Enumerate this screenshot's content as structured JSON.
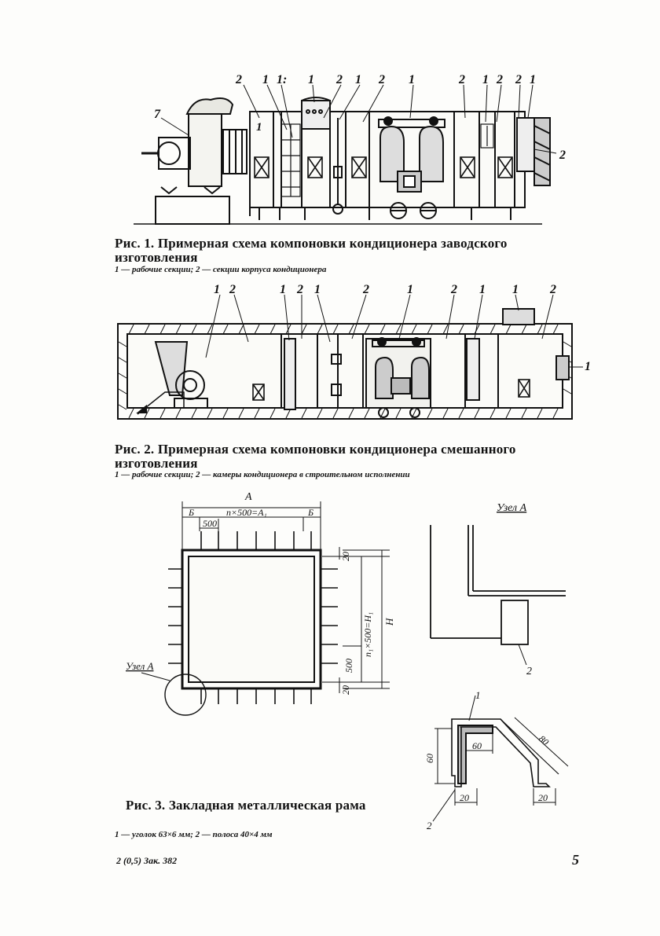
{
  "figure1": {
    "labels_top": [
      "2",
      "1",
      "1:",
      "1",
      "2",
      "1",
      "2",
      "1",
      "2",
      "1",
      "2",
      "2",
      "1"
    ],
    "label_left": "7",
    "label_inner": "1",
    "label_right": "2",
    "caption_title": "Рис. 1. Примерная схема компоновки кондиционера заводского изготовления",
    "caption_legend": "1 — рабочие секции; 2 — секции корпуса кондиционера"
  },
  "figure2": {
    "labels_top": [
      "1",
      "2",
      "1",
      "2",
      "1",
      "2",
      "1",
      "2",
      "1",
      "1",
      "2"
    ],
    "label_right": "1",
    "caption_title": "Рис. 2. Примерная схема компоновки кондиционера смешанного изготовления",
    "caption_legend": "1 — рабочие секции; 2 — камеры кондиционера в строительном исполнении"
  },
  "figure3": {
    "dim_A": "А",
    "dim_B_left": "Б",
    "dim_B_right": "Б",
    "dim_top_formula": "n×500=A₁",
    "dim_500_top": "500",
    "dim_20_top": "20",
    "dim_side_formula": "n₁×500=H₁",
    "dim_H": "H",
    "dim_500_side": "500",
    "dim_20_bottom": "20",
    "node_label": "Узел А",
    "caption_title": "Рис. 3. Закладная металлическая рама",
    "caption_legend": "1 — уголок 63×6 мм; 2 — полоса 40×4 мм"
  },
  "detail": {
    "title": "Узел А",
    "label_2": "2"
  },
  "profile": {
    "label_1": "1",
    "label_2": "2",
    "dim_60_vertical": "60",
    "dim_60_horizontal": "60",
    "dim_20_left": "20",
    "dim_20_right": "20",
    "dim_80": "80"
  },
  "footer": {
    "left": "2 (0,5) Зак. 382",
    "page_number": "5"
  }
}
